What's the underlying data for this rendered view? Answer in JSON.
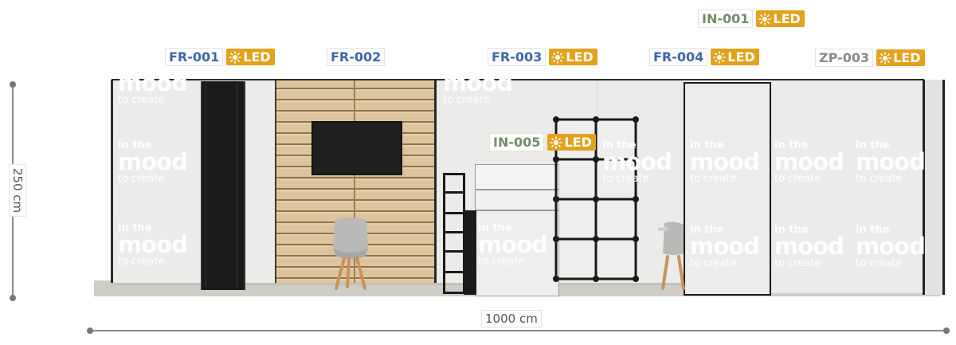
{
  "labels": {
    "fr001": {
      "code": "FR-001",
      "led": "LED"
    },
    "fr002": {
      "code": "FR-002"
    },
    "fr003": {
      "code": "FR-003",
      "led": "LED"
    },
    "fr004": {
      "code": "FR-004",
      "led": "LED"
    },
    "zp003": {
      "code": "ZP-003",
      "led": "LED"
    },
    "in001": {
      "code": "IN-001",
      "led": "LED"
    },
    "in005": {
      "code": "IN-005",
      "led": "LED"
    }
  },
  "dimensions": {
    "height": "250 cm",
    "width": "1000 cm"
  },
  "watermark": {
    "line1": "in the",
    "line2": "mood",
    "line3": "to create"
  },
  "colors": {
    "led_badge": "#e3a21b",
    "fr_code": "#3f67a8",
    "in_code": "#6f8f66",
    "zp_code": "#8a8a8a"
  }
}
